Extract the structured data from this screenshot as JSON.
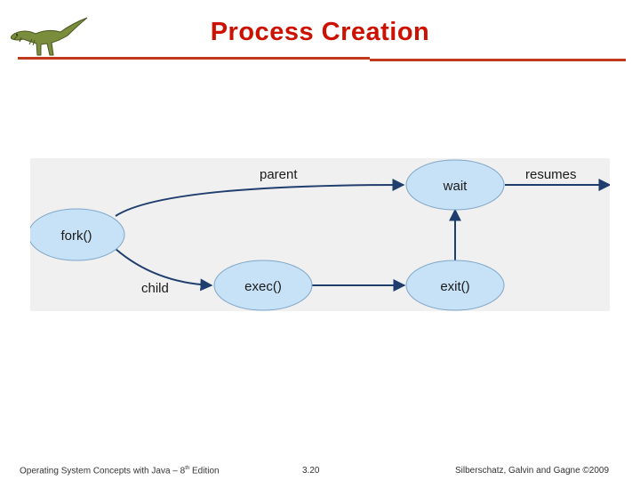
{
  "title": "Process Creation",
  "diagram": {
    "nodes": {
      "fork": "fork()",
      "exec": "exec()",
      "exit": "exit()",
      "wait": "wait"
    },
    "edge_labels": {
      "parent": "parent",
      "child": "child",
      "resumes": "resumes"
    }
  },
  "footer": {
    "left_prefix": "Operating System Concepts  with Java – 8",
    "left_sup": "th",
    "left_suffix": " Edition",
    "page": "3.20",
    "right": "Silberschatz, Galvin and Gagne ©2009"
  },
  "colors": {
    "title": "#cc1100",
    "rule": "#c23a1e",
    "diagram_bg": "#f0f0f0",
    "node_fill": "#c7e2f7",
    "edge": "#1f3e6e"
  }
}
